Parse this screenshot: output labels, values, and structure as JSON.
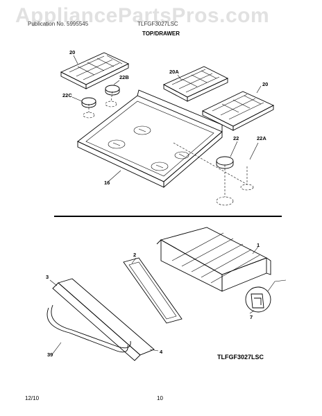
{
  "watermark": "AppliancePartsPros.com",
  "header": {
    "left": "Publication No. 5995545",
    "model": "TLFGF3027LSC",
    "section_title": "TOP/DRAWER"
  },
  "labels": {
    "l20a": "20",
    "l22b": "22B",
    "l22c": "22C",
    "l20A": "20A",
    "l20b": "20",
    "l22": "22",
    "l22a": "22A",
    "l16": "16",
    "l1": "1",
    "l2": "2",
    "l3": "3",
    "l4": "4",
    "l7": "7",
    "l39": "39"
  },
  "model_code": "TLFGF3027LSC",
  "footer": {
    "date": "12/10",
    "page": "10"
  }
}
